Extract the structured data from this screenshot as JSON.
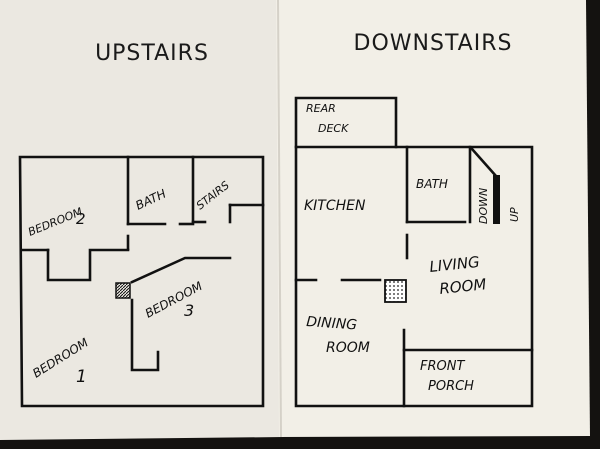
{
  "upstairs": {
    "title": "UPSTAIRS",
    "rooms": {
      "bedroom2_a": "BEDROOM",
      "bedroom2_b": "2",
      "bath": "BATH",
      "stairs": "STAIRS",
      "bedroom3_a": "BEDROOM",
      "bedroom3_b": "3",
      "bedroom1_a": "BEDROOM",
      "bedroom1_b": "1"
    }
  },
  "downstairs": {
    "title": "DOWNSTAIRS",
    "rooms": {
      "rear_deck_a": "REAR",
      "rear_deck_b": "DECK",
      "kitchen": "KITCHEN",
      "bath": "BATH",
      "down": "DOWN",
      "up": "UP",
      "living_a": "LIVING",
      "living_b": "ROOM",
      "dining_a": "DINING",
      "dining_b": "ROOM",
      "porch_a": "FRONT",
      "porch_b": "PORCH"
    }
  },
  "colors": {
    "background": "#141210",
    "paper_left": "#ece9e2",
    "paper_right": "#f2efe6",
    "ink": "#111111"
  }
}
